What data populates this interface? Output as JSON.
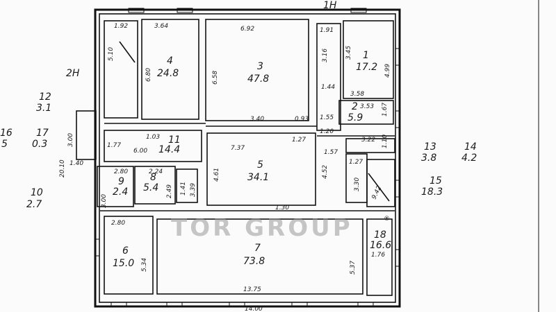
{
  "axis_marks": [
    "2H",
    "1H"
  ],
  "rooms": [
    {
      "num": "1",
      "area": "17.2"
    },
    {
      "num": "2",
      "area": "5.9"
    },
    {
      "num": "3",
      "area": "47.8"
    },
    {
      "num": "4",
      "area": "24.8"
    },
    {
      "num": "5",
      "area": "34.1"
    },
    {
      "num": "6",
      "area": "15.0"
    },
    {
      "num": "7",
      "area": "73.8"
    },
    {
      "num": "8",
      "area": "5.4"
    },
    {
      "num": "9",
      "area": "2.4"
    },
    {
      "num": "10",
      "area": "2.7"
    },
    {
      "num": "11",
      "area": "14.4"
    },
    {
      "num": "12",
      "area": "3.1"
    },
    {
      "num": "13",
      "area": "3.8"
    },
    {
      "num": "14",
      "area": "4.2"
    },
    {
      "num": "15",
      "area": "18.3"
    },
    {
      "num": "16",
      "area": "5"
    },
    {
      "num": "17",
      "area": "0.3"
    },
    {
      "num": "18",
      "area": "16.6"
    }
  ],
  "dimensions": [
    "1.92",
    "3.64",
    "6.92",
    "1.91",
    "5.10",
    "6.80",
    "6.58",
    "3.16",
    "3.45",
    "4.99",
    "3.58",
    "3.53",
    "1.67",
    "3.40",
    "0.93",
    "1.55",
    "1.57",
    "3.22",
    "1.10",
    "1.20",
    "1.27",
    "7.37",
    "4.61",
    "4.52",
    "6.00",
    "3.00",
    "20.10",
    "1.40",
    "2.80",
    "2.24",
    "2.49",
    "3.00",
    "3.39",
    "1.30",
    "3.30",
    "1.27",
    "9.42",
    "2.80",
    "5.34",
    "5.37",
    "1.76",
    "13.75",
    "14.00",
    "1.77",
    "1.44",
    "1.03",
    "1.41"
  ],
  "watermark": "TOR GROUP",
  "watermark_mark": "®"
}
